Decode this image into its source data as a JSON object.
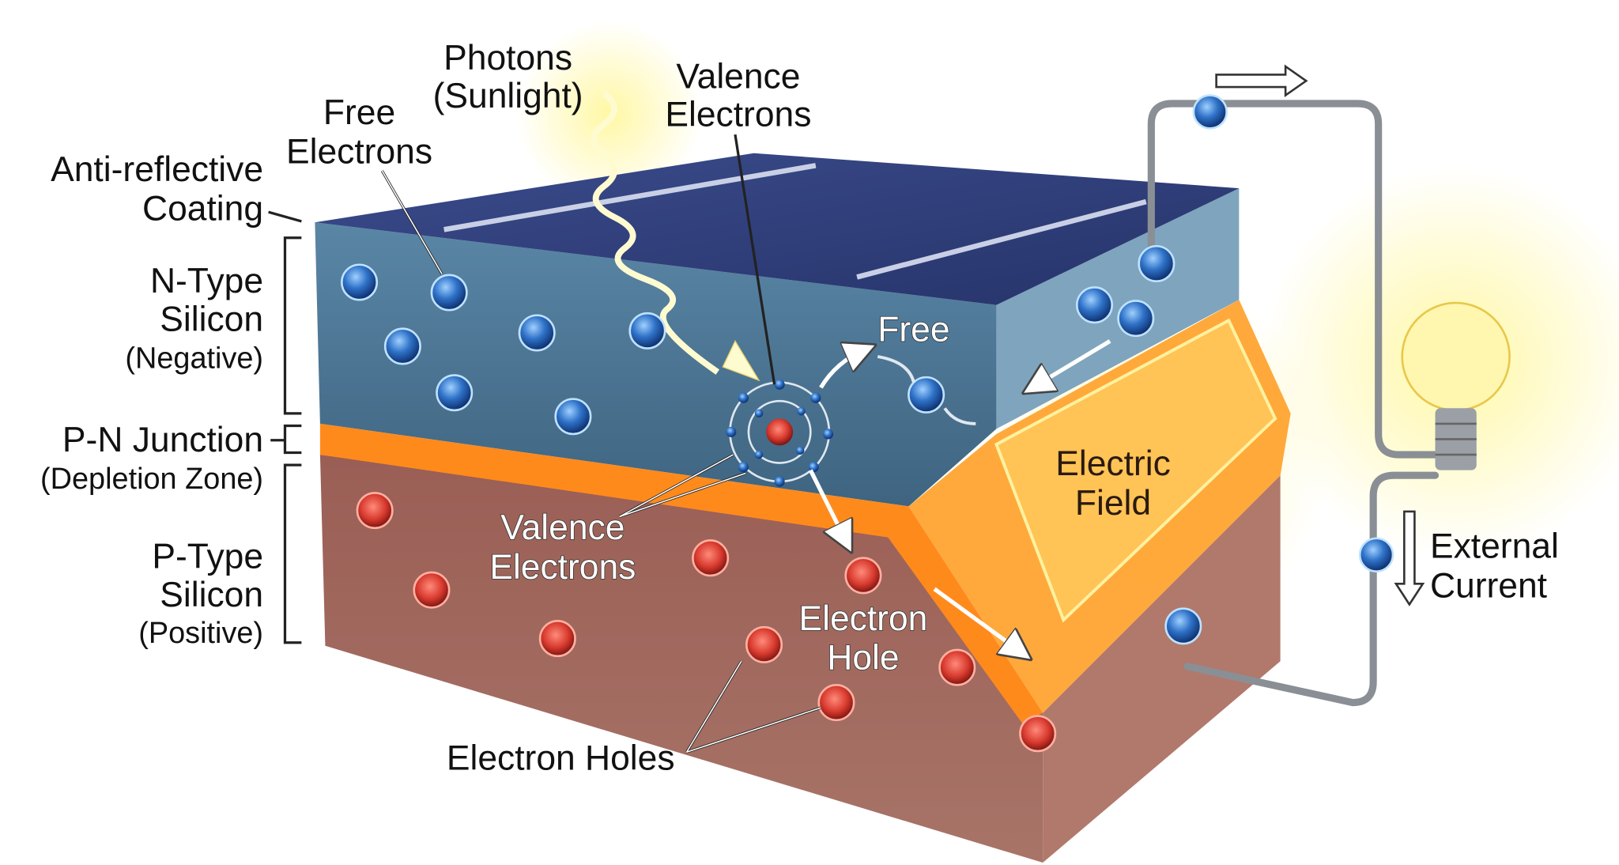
{
  "title": "Solar Cell Photovoltaic Effect",
  "labels": {
    "photons_1": "Photons",
    "photons_2": "(Sunlight)",
    "valence_top_1": "Valence",
    "valence_top_2": "Electrons",
    "free_electrons_1": "Free",
    "free_electrons_2": "Electrons",
    "arc_1": "Anti-reflective",
    "arc_2": "Coating",
    "ntype_1": "N-Type",
    "ntype_2": "Silicon",
    "ntype_3": "(Negative)",
    "pn_1": "P-N Junction",
    "pn_2": "(Depletion Zone)",
    "ptype_1": "P-Type",
    "ptype_2": "Silicon",
    "ptype_3": "(Positive)",
    "free": "Free",
    "valence_mid_1": "Valence",
    "valence_mid_2": "Electrons",
    "electric_field_1": "Electric",
    "electric_field_2": "Field",
    "electron_hole_1": "Electron",
    "electron_hole_2": "Hole",
    "electron_holes": "Electron Holes",
    "external_current_1": "External",
    "external_current_2": "Current"
  },
  "colors": {
    "top_face": "#2f3f7a",
    "n_type": "#4f7896",
    "junction": "#ff8a1c",
    "p_type": "#8a5650",
    "electron": "#2f72c8",
    "hole": "#d83a2e"
  }
}
